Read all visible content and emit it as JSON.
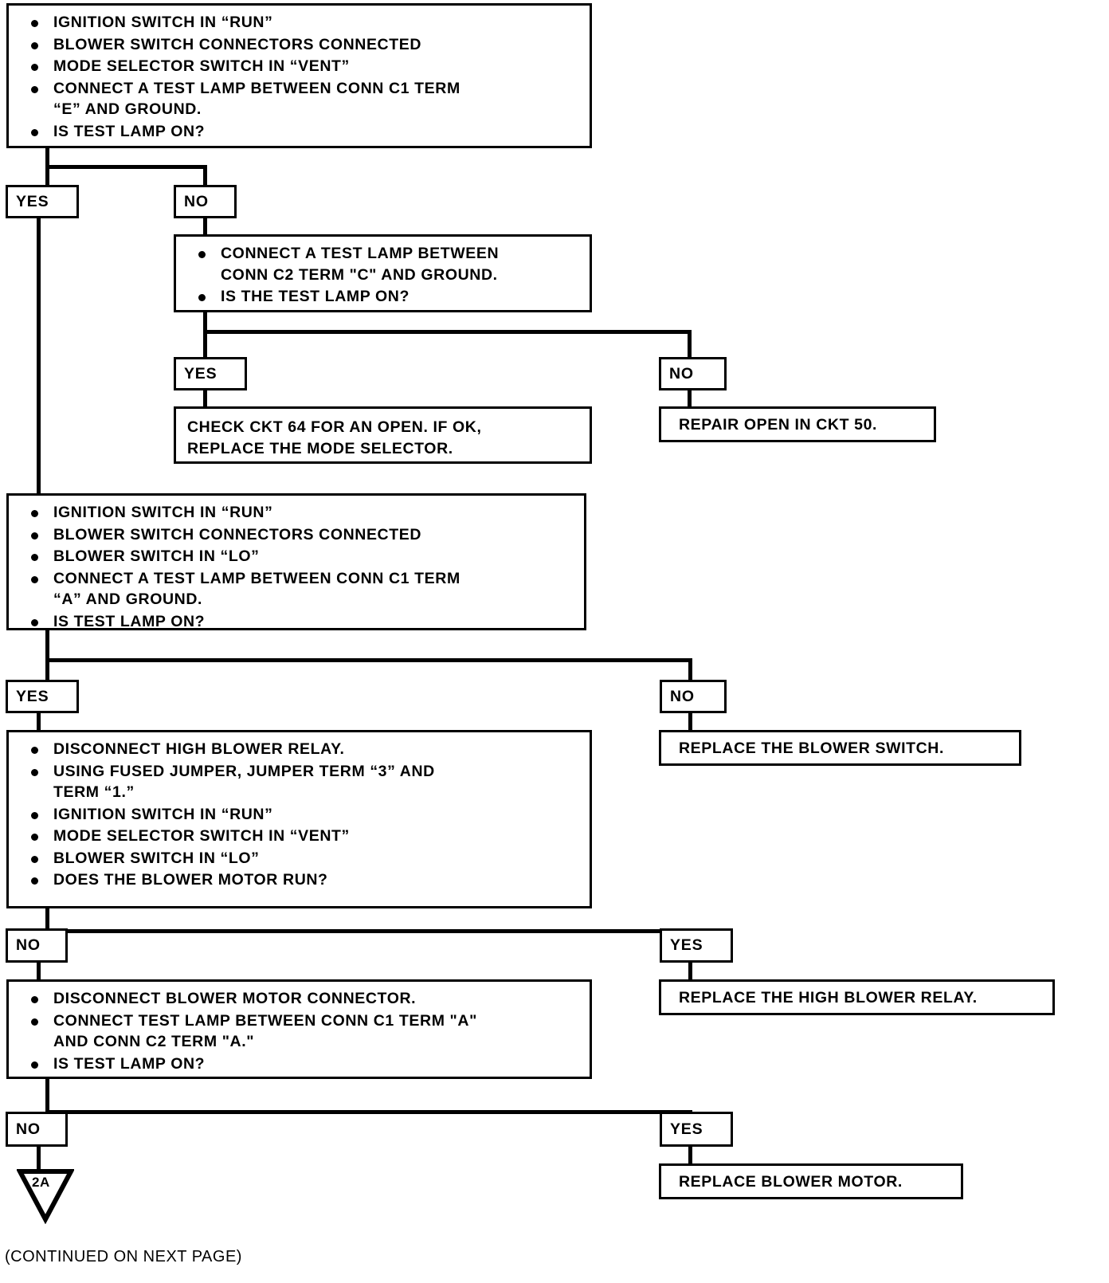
{
  "document": {
    "type": "diagnostic-flowchart",
    "footer_note": "(CONTINUED ON NEXT PAGE)"
  },
  "nodes": {
    "step1": {
      "id": "step1",
      "kind": "instruction-box",
      "bullets": [
        "IGNITION SWITCH IN “RUN”",
        "BLOWER SWITCH CONNECTORS CONNECTED",
        "MODE SELECTOR SWITCH IN “VENT”",
        "CONNECT A TEST LAMP BETWEEN CONN C1 TERM\n“E” AND GROUND.",
        "IS TEST LAMP ON?"
      ]
    },
    "step2": {
      "id": "step2",
      "kind": "instruction-box",
      "bullets": [
        "CONNECT A TEST LAMP BETWEEN\nCONN C2 TERM \"C\" AND GROUND.",
        "IS THE TEST LAMP ON?"
      ]
    },
    "result_ckt64": {
      "id": "result_ckt64",
      "kind": "result-box",
      "text": "CHECK CKT 64 FOR AN OPEN.  IF OK,\nREPLACE THE MODE SELECTOR."
    },
    "result_ckt50": {
      "id": "result_ckt50",
      "kind": "result-box",
      "text": "REPAIR OPEN IN CKT 50."
    },
    "step3": {
      "id": "step3",
      "kind": "instruction-box",
      "bullets": [
        "IGNITION SWITCH IN “RUN”",
        "BLOWER SWITCH CONNECTORS CONNECTED",
        "BLOWER SWITCH IN “LO”",
        "CONNECT A TEST LAMP BETWEEN CONN C1 TERM\n“A” AND GROUND.",
        "IS TEST LAMP ON?"
      ]
    },
    "result_blower_switch": {
      "id": "result_blower_switch",
      "kind": "result-box",
      "text": "REPLACE THE BLOWER SWITCH."
    },
    "step4": {
      "id": "step4",
      "kind": "instruction-box",
      "bullets": [
        "DISCONNECT HIGH BLOWER RELAY.",
        "USING FUSED JUMPER, JUMPER TERM “3” AND\nTERM “1.”",
        "IGNITION SWITCH IN “RUN”",
        "MODE SELECTOR SWITCH IN “VENT”",
        "BLOWER SWITCH IN “LO”",
        "DOES THE BLOWER MOTOR RUN?"
      ]
    },
    "result_high_blower_relay": {
      "id": "result_high_blower_relay",
      "kind": "result-box",
      "text": "REPLACE THE HIGH BLOWER RELAY."
    },
    "step5": {
      "id": "step5",
      "kind": "instruction-box",
      "bullets": [
        "DISCONNECT BLOWER MOTOR CONNECTOR.",
        "CONNECT TEST LAMP BETWEEN CONN C1 TERM \"A\"\nAND CONN C2 TERM \"A.\"",
        "IS TEST LAMP ON?"
      ]
    },
    "result_blower_motor": {
      "id": "result_blower_motor",
      "text": "REPLACE BLOWER MOTOR.",
      "kind": "result-box"
    }
  },
  "branches": {
    "b1_yes": {
      "label": "YES"
    },
    "b1_no": {
      "label": "NO"
    },
    "b2_yes": {
      "label": "YES"
    },
    "b2_no": {
      "label": "NO"
    },
    "b3_yes": {
      "label": "YES"
    },
    "b3_no": {
      "label": "NO"
    },
    "b4_no": {
      "label": "NO"
    },
    "b4_yes": {
      "label": "YES"
    },
    "b5_no": {
      "label": "NO"
    },
    "b5_yes": {
      "label": "YES"
    }
  },
  "connector": {
    "offpage_label": "2A",
    "icon": "triangle-down-connector"
  },
  "colors": {
    "line": "#000000",
    "background": "#ffffff",
    "text": "#000000"
  }
}
